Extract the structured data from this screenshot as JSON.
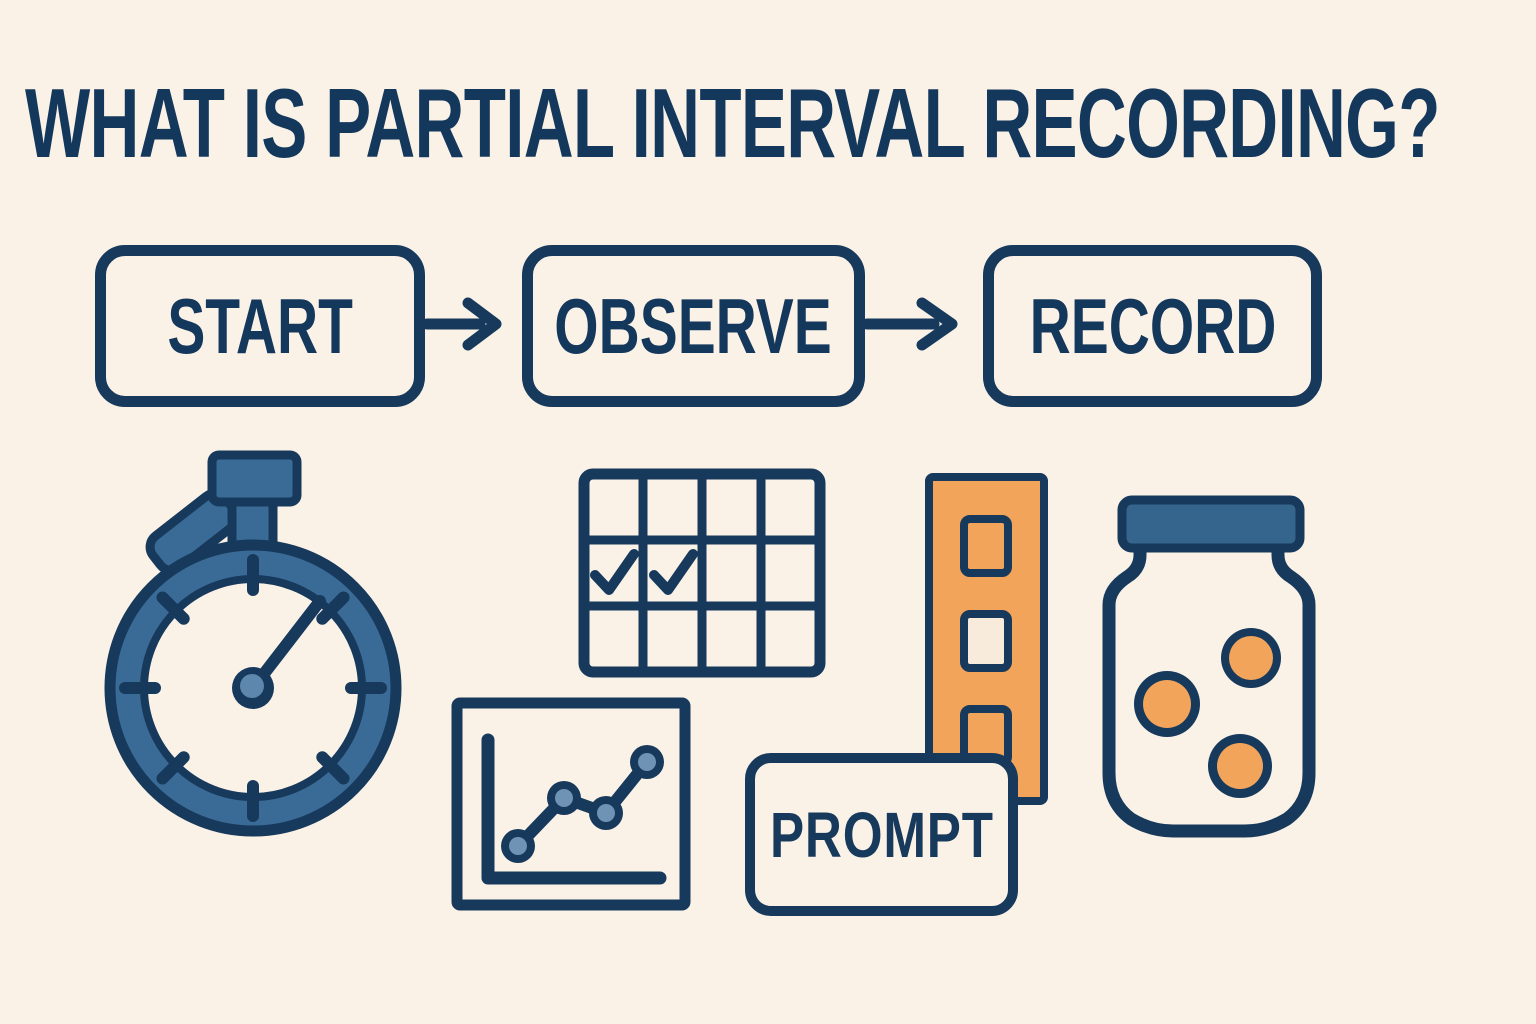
{
  "title": "WHAT IS PARTIAL INTERVAL RECORDING?",
  "flow": {
    "steps": [
      {
        "label": "START"
      },
      {
        "label": "OBSERVE"
      },
      {
        "label": "RECORD"
      }
    ],
    "connector": "right-arrow"
  },
  "prompt": {
    "label": "PROMPT"
  },
  "icons": {
    "stopwatch": "stopwatch with top button, side button, 8 tick marks, hand pointing upper-right",
    "interval_grid": {
      "columns": 4,
      "rows": 3,
      "checked_cells": [
        "row2-col1",
        "row2-col2"
      ]
    },
    "line_chart": {
      "points": 4,
      "trend": "rising"
    },
    "behavior_strip": {
      "squares": 3,
      "filled": [
        "orange",
        "cream",
        "orange"
      ]
    },
    "token_jar": {
      "tokens": 3
    }
  },
  "colors": {
    "background": "#FBF2E7",
    "navy": "#17395C",
    "steel_blue": "#3A6B96",
    "steel_light": "#6E93B4",
    "lid_blue": "#35658C",
    "orange": "#F2A45B",
    "cream_square": "#F8EBDC"
  }
}
